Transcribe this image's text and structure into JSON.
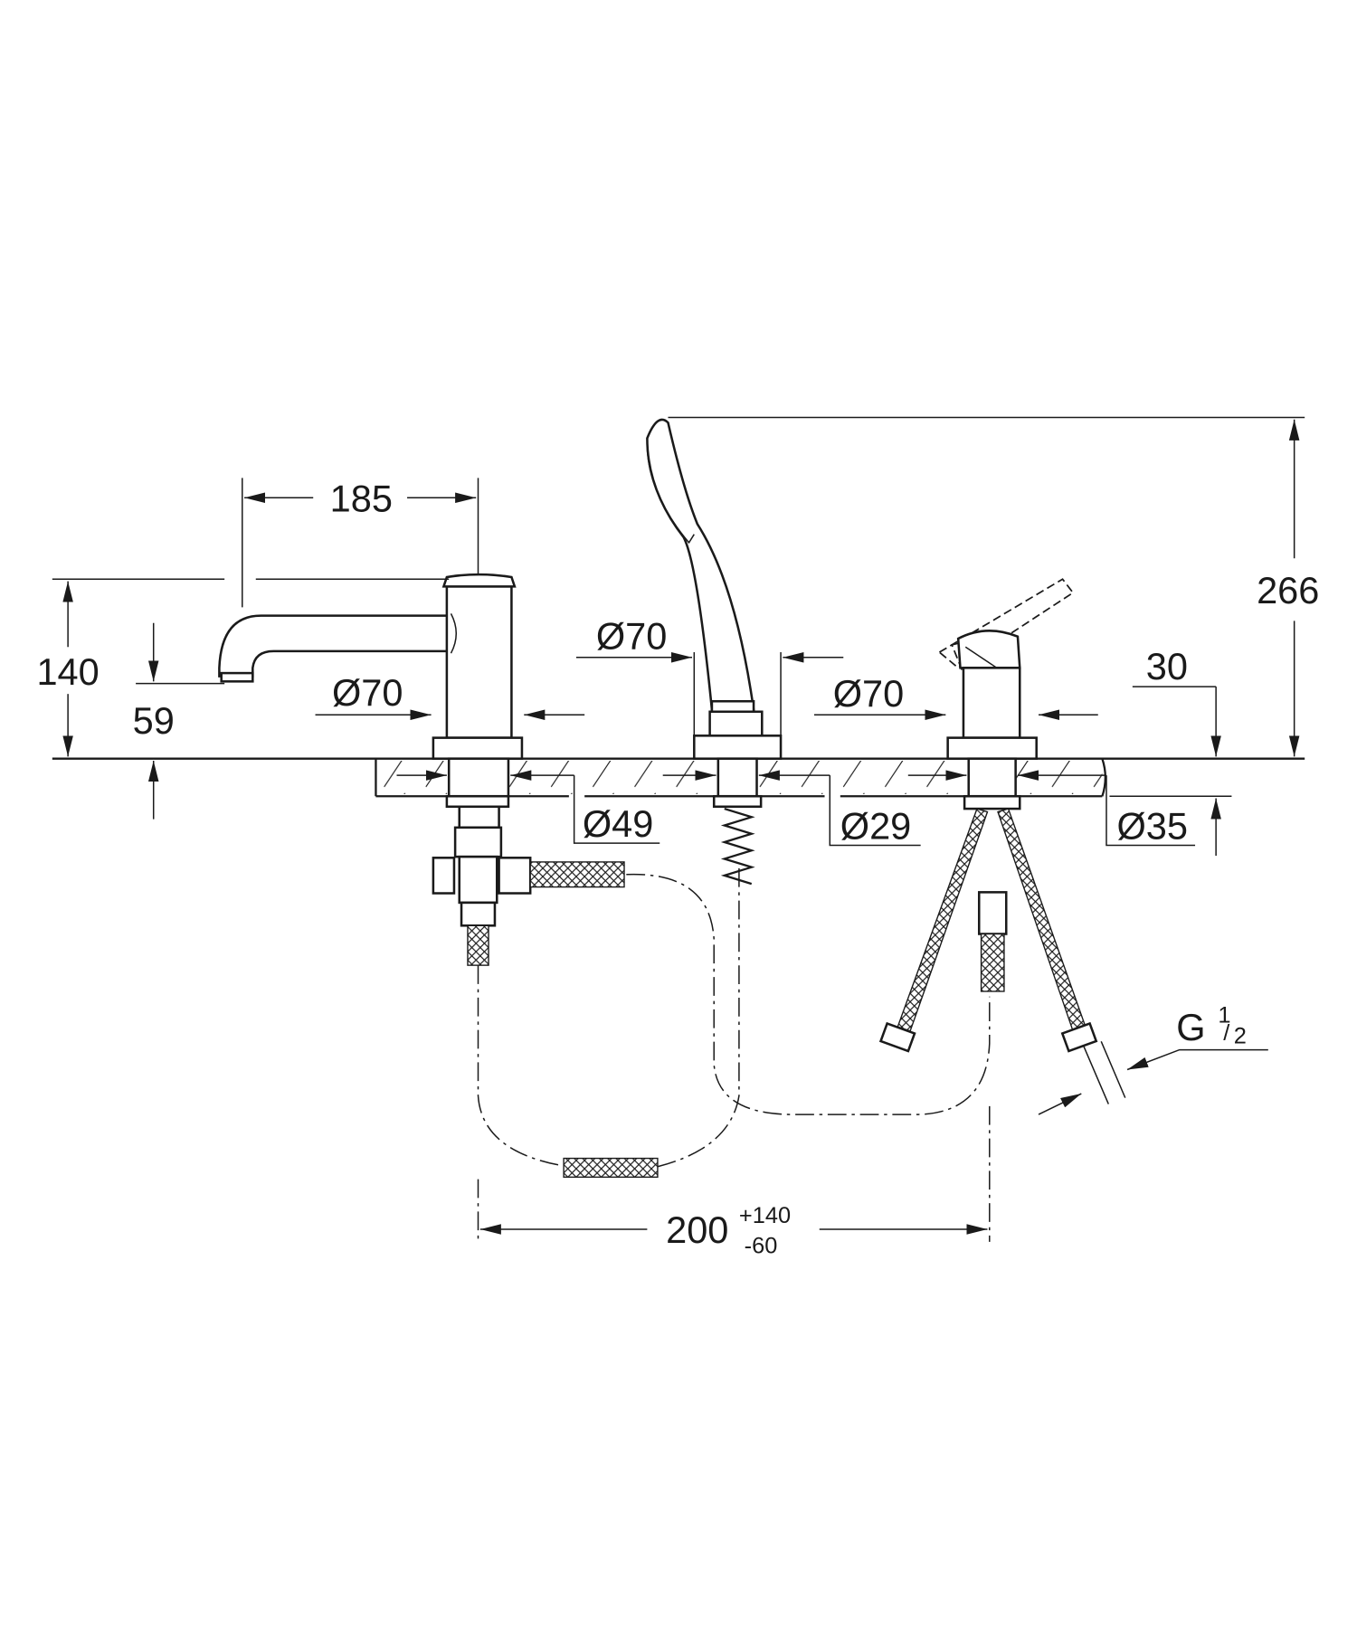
{
  "drawing": {
    "dimensions": {
      "spout_projection": "185",
      "spout_height": "140",
      "spout_outlet_height": "59",
      "total_height": "266",
      "deck_thickness": "30",
      "spout_base_dia": "Ø70",
      "shower_base_dia": "Ø70",
      "mixer_base_dia": "Ø70",
      "spout_hole_dia": "Ø49",
      "shower_hole_dia": "Ø29",
      "mixer_hole_dia": "Ø35",
      "connection_thread": "G",
      "connection_thread_num": "1",
      "connection_thread_den": "2",
      "spacing": "200",
      "spacing_tol_plus": "+140",
      "spacing_tol_minus": "-60"
    },
    "colors": {
      "line": "#1a1a1a",
      "background": "#ffffff"
    }
  }
}
